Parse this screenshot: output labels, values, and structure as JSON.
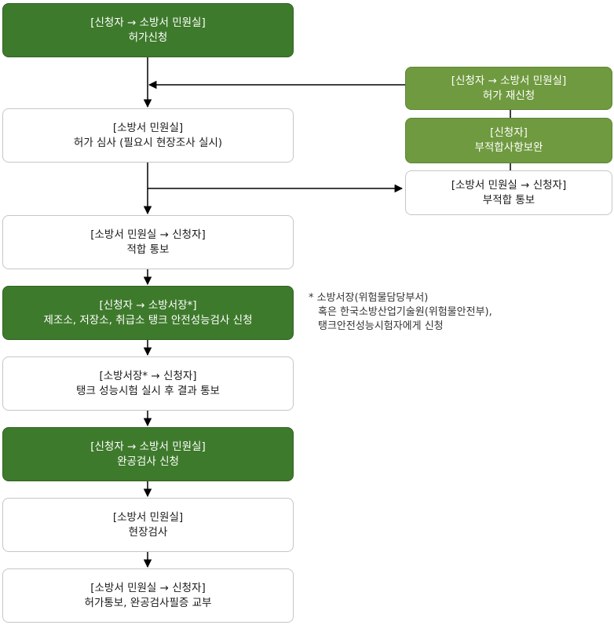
{
  "steps": {
    "s1": {
      "line1": "[신청자 → 소방서 민원실]",
      "line2": "허가신청"
    },
    "s2": {
      "line1": "[소방서 민원실]",
      "line2": "허가 심사 (필요시 현장조사 실시)"
    },
    "s3": {
      "line1": "[소방서 민원실 → 신청자]",
      "line2": "적합 통보"
    },
    "s4": {
      "line1": "[신청자 → 소방서장*]",
      "line2": "제조소, 저장소, 취급소 탱크 안전성능검사 신청"
    },
    "s5": {
      "line1": "[소방서장* → 신청자]",
      "line2": "탱크 성능시험 실시 후 결과 통보"
    },
    "s6": {
      "line1": "[신청자 → 소방서 민원실]",
      "line2": "완공검사 신청"
    },
    "s7": {
      "line1": "[소방서 민원실]",
      "line2": "현장검사"
    },
    "s8": {
      "line1": "[소방서 민원실 → 신청자]",
      "line2": "허가통보, 완공검사필증 교부"
    }
  },
  "side": {
    "r1": {
      "line1": "[신청자 → 소방서 민원실]",
      "line2": "허가 재신청"
    },
    "r2": {
      "line1": "[신청자]",
      "line2": "부적합사항보완"
    },
    "r3": {
      "line1": "[소방서 민원실 → 신청자]",
      "line2": "부적합 통보"
    }
  },
  "note": {
    "line1": "* 소방서장(위험물담당부서)",
    "line2": "혹은 한국소방산업기술원(위험물안전부),",
    "line3": "탱크안전성능시험자에게  신청"
  },
  "colors": {
    "dark_green": "#3e7a2c",
    "light_green": "#6f9a3f",
    "border_gray": "#c6c6c6"
  }
}
